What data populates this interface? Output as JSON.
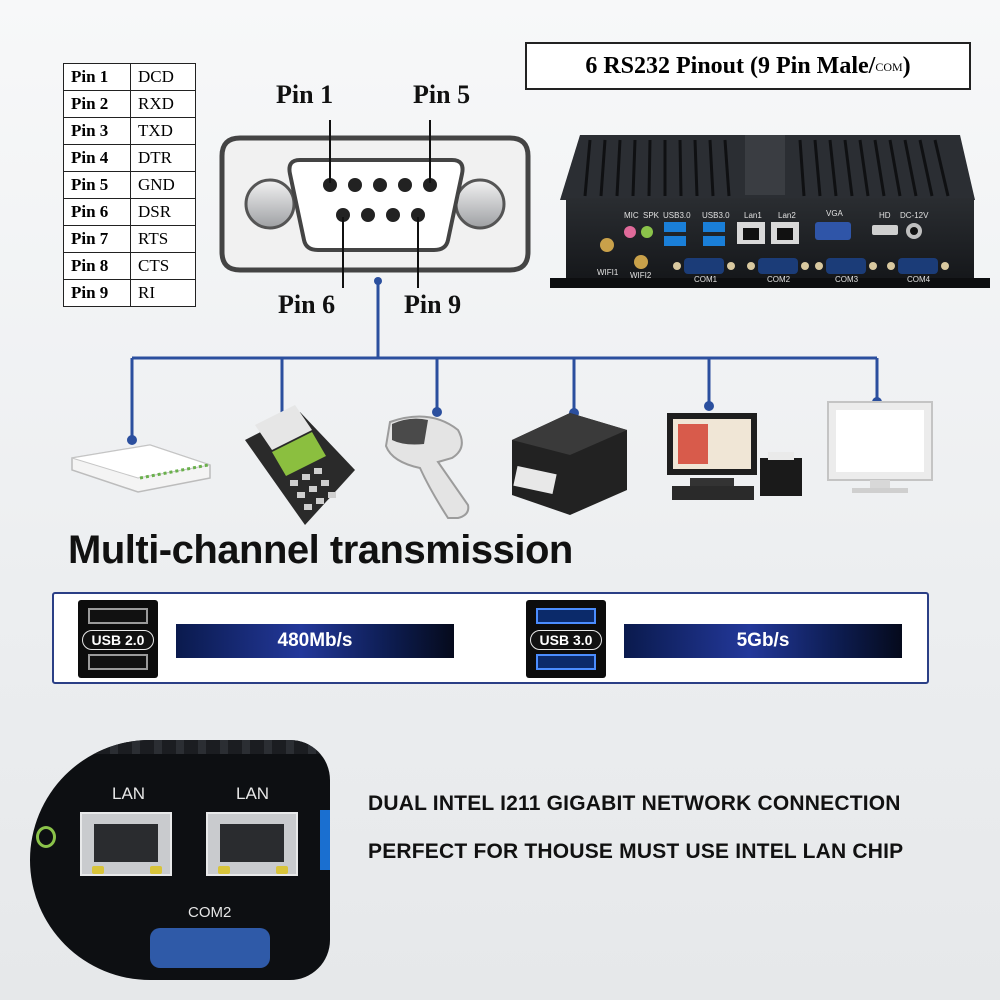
{
  "pin_table": [
    {
      "pin": "Pin 1",
      "signal": "DCD"
    },
    {
      "pin": "Pin 2",
      "signal": "RXD"
    },
    {
      "pin": "Pin 3",
      "signal": "TXD"
    },
    {
      "pin": "Pin 4",
      "signal": "DTR"
    },
    {
      "pin": "Pin 5",
      "signal": "GND"
    },
    {
      "pin": "Pin 6",
      "signal": "DSR"
    },
    {
      "pin": "Pin 7",
      "signal": "RTS"
    },
    {
      "pin": "Pin 8",
      "signal": "CTS"
    },
    {
      "pin": "Pin 9",
      "signal": "RI"
    }
  ],
  "title": {
    "main": "6 RS232 Pinout (9 Pin Male/",
    "com": "com",
    "close": ")"
  },
  "connector_labels": {
    "pin1": "Pin 1",
    "pin5": "Pin 5",
    "pin6": "Pin 6",
    "pin9": "Pin 9"
  },
  "pc_ports": {
    "mic": "MIC",
    "spk": "SPK",
    "usb_a": "USB3.0",
    "usb_b": "USB3.0",
    "lan1": "Lan1",
    "lan2": "Lan2",
    "vga": "VGA",
    "hd": "HD",
    "dc": "DC-12V",
    "wifi1": "WIFI1",
    "wifi2": "WIFI2",
    "com1": "COM1",
    "com2": "COM2",
    "com3": "COM3",
    "com4": "COM4"
  },
  "devices": [
    "router-icon",
    "pos-terminal-icon",
    "barcode-scanner-icon",
    "receipt-printer-icon",
    "pos-system-icon",
    "monitor-icon"
  ],
  "headline": "Multi-channel transmission",
  "usb": {
    "usb2_label": "USB 2.0",
    "usb2_speed": "480Mb/s",
    "usb3_label": "USB 3.0",
    "usb3_speed": "5Gb/s"
  },
  "lan_photo": {
    "lan1": "LAN",
    "lan2": "LAN",
    "com": "COM2"
  },
  "description": {
    "line1": "DUAL INTEL I211 GIGABIT NETWORK CONNECTION",
    "line2": "PERFECT FOR THOUSE MUST USE INTEL LAN CHIP"
  },
  "colors": {
    "wire": "#2b4f9e",
    "bar_dark": "#0a1a4d",
    "bar_light": "#2c49b8"
  }
}
